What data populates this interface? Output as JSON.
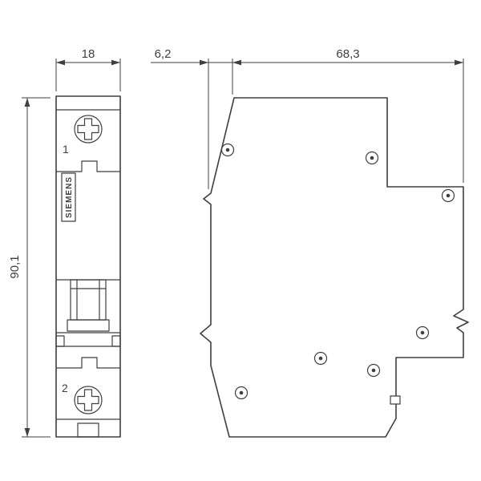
{
  "colors": {
    "line": "#3f3f3f",
    "background": "#ffffff"
  },
  "dimensions": {
    "front_width": "18",
    "front_offset": "6,2",
    "depth": "68,3",
    "height": "90,1"
  },
  "front_view": {
    "brand": "SIEMENS",
    "terminal_top": "1",
    "terminal_bottom": "2"
  }
}
